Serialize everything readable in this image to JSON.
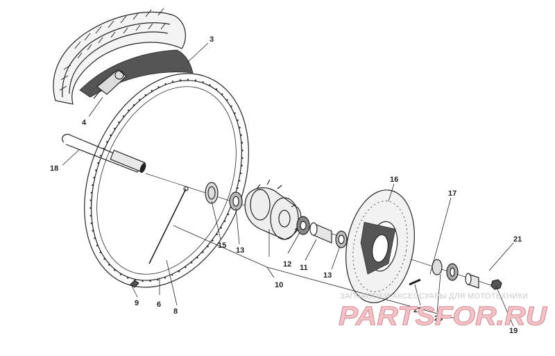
{
  "callouts": {
    "c3": "3",
    "c4": "4",
    "c18": "18",
    "c16": "16",
    "c17": "17",
    "c21": "21",
    "c15": "15",
    "c13a": "13",
    "c12": "12",
    "c11": "11",
    "c13b": "13",
    "c10": "10",
    "c9": "9",
    "c6": "6",
    "c8": "8",
    "c22": "22",
    "c23": "23",
    "c19": "19"
  },
  "watermark": {
    "subtitle": "ЗАПЧАСТИ И АКСЕССУАРЫ ДЛЯ МОТОТЕХНИКИ",
    "brand": "PARTSFOR.RU"
  },
  "colors": {
    "line": "#222222",
    "watermark_red": "#d98a92",
    "watermark_gray": "#c9c9c9"
  }
}
